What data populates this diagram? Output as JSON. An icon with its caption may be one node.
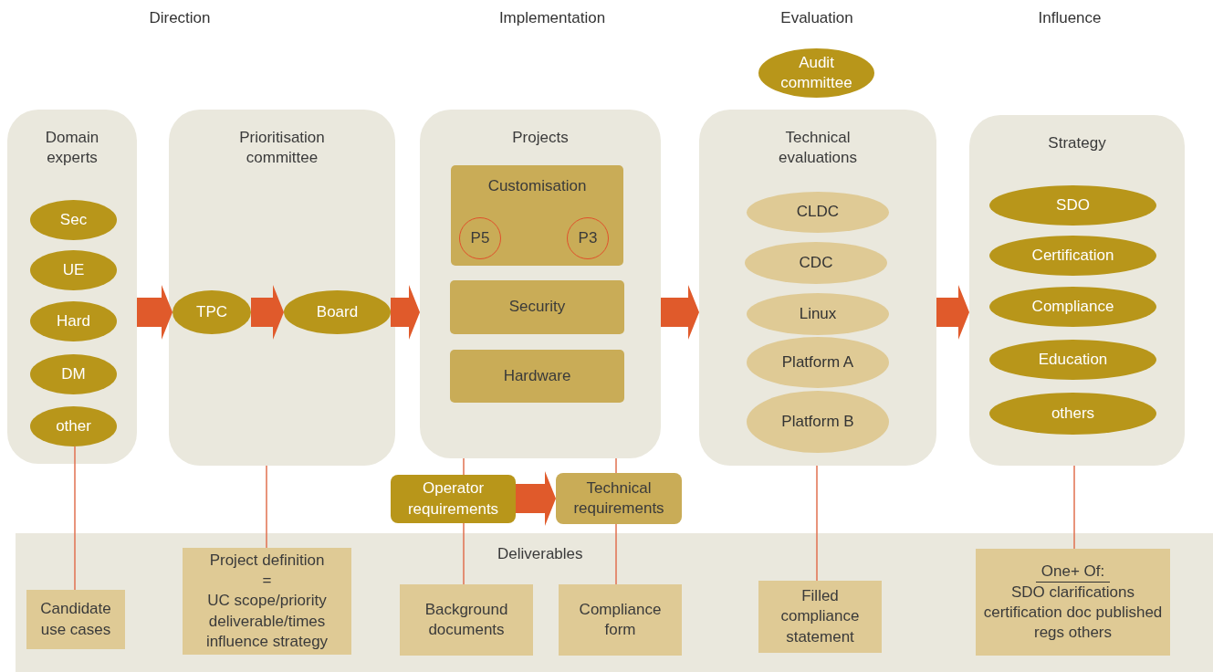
{
  "diagram": {
    "nodes": [
      {
        "text": [
          "Domain experts"
        ]
      },
      {
        "text": [
          "Sec"
        ],
        "in": 0
      },
      {
        "text": [
          "UE"
        ],
        "in": 0
      },
      {
        "text": [
          "Hard"
        ],
        "in": 0
      },
      {
        "text": [
          "DM"
        ],
        "in": 0
      },
      {
        "text": [
          "other"
        ],
        "in": 0
      },
      {
        "text": [
          "Prioritisation committee"
        ]
      },
      {
        "text": [
          "TPC"
        ],
        "in": 6
      },
      {
        "text": [
          "Board"
        ],
        "in": 6
      },
      {
        "text": [
          "Projects"
        ]
      },
      {
        "text": [
          "Customisation"
        ],
        "in": 9
      },
      {
        "text": [
          "P5"
        ],
        "in": 10
      },
      {
        "text": [
          "P3"
        ],
        "in": 10
      },
      {
        "text": [
          "Security"
        ],
        "in": 9
      },
      {
        "text": [
          "Hardware"
        ],
        "in": 9
      },
      {
        "text": [
          "Audit committee"
        ]
      },
      {
        "text": [
          "Technical evaluations"
        ]
      },
      {
        "text": [
          "CLDC"
        ],
        "in": 16
      },
      {
        "text": [
          "CDC"
        ],
        "in": 16
      },
      {
        "text": [
          "Linux"
        ],
        "in": 16
      },
      {
        "text": [
          "Platform A"
        ],
        "in": 16
      },
      {
        "text": [
          "Platform B"
        ],
        "in": 16
      },
      {
        "text": [
          "Strategy"
        ]
      },
      {
        "text": [
          "SDO"
        ],
        "in": 22
      },
      {
        "text": [
          "Certification"
        ],
        "in": 22
      },
      {
        "text": [
          "Compliance"
        ],
        "in": 22
      },
      {
        "text": [
          "Education"
        ],
        "in": 22
      },
      {
        "text": [
          "others"
        ],
        "in": 22
      },
      {
        "text": [
          "Operator requirements"
        ]
      },
      {
        "text": [
          "Technical requirements"
        ]
      },
      {
        "text": [
          "Deliverables"
        ]
      },
      {
        "text": [
          "Candidate use cases"
        ],
        "in": 30
      },
      {
        "text": [
          "Project definition",
          "=",
          "UC scope/priority deliverable/times influence strategy"
        ],
        "in": 30
      },
      {
        "text": [
          "Background documents"
        ],
        "in": 30
      },
      {
        "text": [
          "Compliance form"
        ],
        "in": 30
      },
      {
        "text": [
          "Filled compliance statement"
        ],
        "in": 30
      },
      {
        "text": [
          "One+ Of:",
          "SDO clarifications certification doc published regs others"
        ],
        "in": 30
      }
    ],
    "edges": [
      {
        "from": 0,
        "to": 7,
        "arrow": "to",
        "style": "thick"
      },
      {
        "from": 7,
        "to": 8,
        "arrow": "to",
        "style": "thick"
      },
      {
        "from": 8,
        "to": 9,
        "arrow": "to",
        "style": "thick"
      },
      {
        "from": 9,
        "to": 16,
        "arrow": "to",
        "style": "thick"
      },
      {
        "from": 16,
        "to": 22,
        "arrow": "to",
        "style": "thick"
      },
      {
        "from": 28,
        "to": 29,
        "arrow": "to",
        "style": "thick"
      },
      {
        "from": 5,
        "to": 31,
        "arrow": "none"
      },
      {
        "from": 6,
        "to": 32,
        "arrow": "none"
      },
      {
        "from": 9,
        "to": 28,
        "arrow": "none"
      },
      {
        "from": 28,
        "to": 33,
        "arrow": "none"
      },
      {
        "from": 9,
        "to": 29,
        "arrow": "none"
      },
      {
        "from": 29,
        "to": 34,
        "arrow": "none"
      },
      {
        "from": 16,
        "to": 35,
        "arrow": "none"
      },
      {
        "from": 22,
        "to": 36,
        "arrow": "none"
      }
    ],
    "labels": [
      "Direction",
      "Implementation",
      "Evaluation",
      "Influence"
    ]
  }
}
